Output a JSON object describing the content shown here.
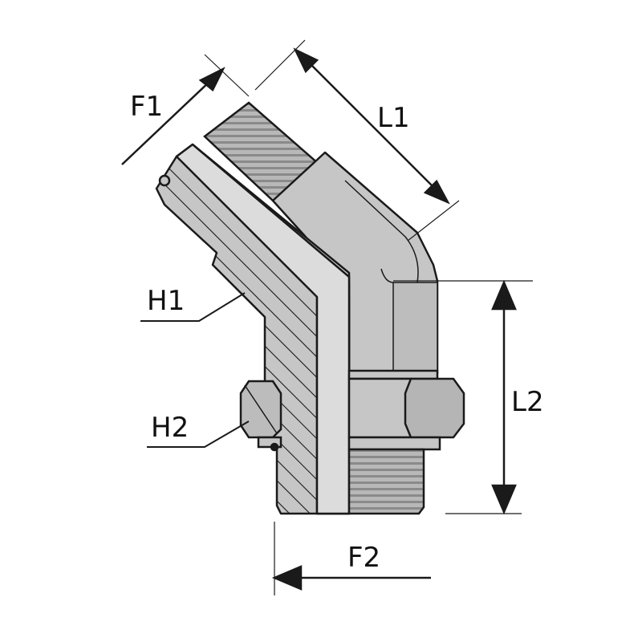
{
  "diagram": {
    "labels": {
      "f1": "F1",
      "l1": "L1",
      "h1": "H1",
      "h2": "H2",
      "l2": "L2",
      "f2": "F2"
    },
    "colors": {
      "body": "#c6c6c6",
      "shade": "#a9a9a9",
      "outline": "#1a1a1a",
      "thread": "#8f8f8f"
    }
  }
}
